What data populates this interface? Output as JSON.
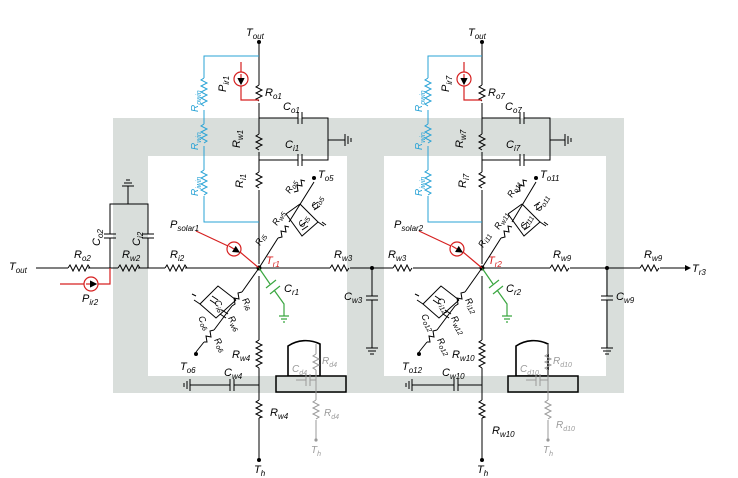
{
  "colors": {
    "wall": "#d9dedb",
    "wire": "#000000",
    "window": "#29a3d6",
    "gain": "#d62020",
    "room_cap": "#3aa640",
    "heater": "#9a9a9a"
  },
  "labels": {
    "tout_left": "T",
    "tout_left_sub": "out",
    "tout_top1": "T",
    "tout_top1_sub": "out",
    "tout_top2": "T",
    "tout_top2_sub": "out",
    "th1": "T",
    "th1_sub": "h",
    "th2": "T",
    "th2_sub": "h",
    "to5": "T",
    "to5_sub": "o5",
    "to11": "T",
    "to11_sub": "o11",
    "to6": "T",
    "to6_sub": "o6",
    "to12": "T",
    "to12_sub": "o12",
    "tr1": "T",
    "tr1_sub": "r1",
    "tr2": "T",
    "tr2_sub": "r2",
    "tr3": "T",
    "tr3_sub": "r3",
    "ro2": "R",
    "ro2_sub": "o2",
    "rw2": "R",
    "rw2_sub": "w2",
    "ri2": "R",
    "ri2_sub": "i2",
    "co2": "C",
    "co2_sub": "o2",
    "ci2": "C",
    "ci2_sub": "i2",
    "pir2": "P",
    "pir2_sub": "ir2",
    "ro1": "R",
    "ro1_sub": "o1",
    "co1": "C",
    "co1_sub": "o1",
    "rw1": "R",
    "rw1_sub": "w1",
    "ci1": "C",
    "ci1_sub": "i1",
    "ri1": "R",
    "ri1_sub": "i1",
    "pir1": "P",
    "pir1_sub": "ir1",
    "rowin1": "R",
    "rowin1_sub": "owin",
    "rwin1": "R",
    "rwin1_sub": "win",
    "riwin1": "R",
    "riwin1_sub": "iwin",
    "ro7": "R",
    "ro7_sub": "o7",
    "co7": "C",
    "co7_sub": "o7",
    "rw7": "R",
    "rw7_sub": "w7",
    "ci7": "C",
    "ci7_sub": "i7",
    "ri7": "R",
    "ri7_sub": "i7",
    "pir7": "P",
    "pir7_sub": "ir7",
    "rowin2": "R",
    "rowin2_sub": "owin",
    "rwin2": "R",
    "rwin2_sub": "win",
    "riwin2": "R",
    "riwin2_sub": "iwin",
    "ro5": "R",
    "ro5_sub": "o5",
    "rw5": "R",
    "rw5_sub": "w5",
    "co5": "C",
    "co5_sub": "o5",
    "ci5": "C",
    "ci5_sub": "i5",
    "ri5": "R",
    "ri5_sub": "i5",
    "ro11": "R",
    "ro11_sub": "o11",
    "rw11": "R",
    "rw11_sub": "w11",
    "co11": "C",
    "co11_sub": "o11",
    "ci11": "C",
    "ci11_sub": "i11",
    "ri11": "R",
    "ri11_sub": "i11",
    "psolar1": "P",
    "psolar1_sub": "solar1",
    "psolar2": "P",
    "psolar2_sub": "solar2",
    "rw3a": "R",
    "rw3a_sub": "w3",
    "rw3b": "R",
    "rw3b_sub": "w3",
    "cw3": "C",
    "cw3_sub": "w3",
    "cr1": "C",
    "cr1_sub": "r1",
    "cr2": "C",
    "cr2_sub": "r2",
    "ri6": "R",
    "ri6_sub": "i6",
    "rw6": "R",
    "rw6_sub": "w6",
    "ci6": "C",
    "ci6_sub": "i6",
    "co6": "C",
    "co6_sub": "o6",
    "ro6": "R",
    "ro6_sub": "o6",
    "ri12": "R",
    "ri12_sub": "i12",
    "rw12": "R",
    "rw12_sub": "w12",
    "ci12": "C",
    "ci12_sub": "i12",
    "co12": "C",
    "co12_sub": "o12",
    "ro12": "R",
    "ro12_sub": "o12",
    "rw4a": "R",
    "rw4a_sub": "w4",
    "cw4": "C",
    "cw4_sub": "w4",
    "rw4b": "R",
    "rw4b_sub": "w4",
    "rw10a": "R",
    "rw10a_sub": "w10",
    "cw10": "C",
    "cw10_sub": "w10",
    "rw10b": "R",
    "rw10b_sub": "w10",
    "cd4": "C",
    "cd4_sub": "d4",
    "rd4a": "R",
    "rd4a_sub": "d4",
    "rd4b": "R",
    "rd4b_sub": "d4",
    "th_d4": "T",
    "th_d4_sub": "h",
    "cd10": "C",
    "cd10_sub": "d10",
    "rd10a": "R",
    "rd10a_sub": "d10",
    "rd10b": "R",
    "rd10b_sub": "d10",
    "th_d10": "T",
    "th_d10_sub": "h",
    "rw9a": "R",
    "rw9a_sub": "w9",
    "rw9b": "R",
    "rw9b_sub": "w9",
    "cw9": "C",
    "cw9_sub": "w9"
  }
}
